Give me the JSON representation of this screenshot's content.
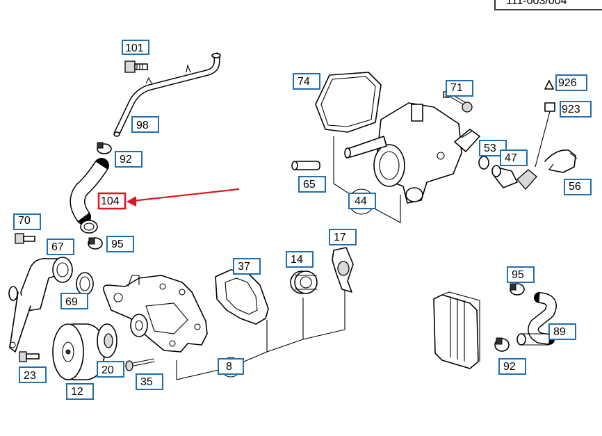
{
  "diagram": {
    "corner_ref": "111-003/004",
    "labels": {
      "p101": "101",
      "p98": "98",
      "p92a": "92",
      "p104": "104",
      "p70": "70",
      "p95a": "95",
      "p67": "67",
      "p69": "69",
      "p23": "23",
      "p12": "12",
      "p20": "20",
      "p35": "35",
      "p37": "37",
      "p14": "14",
      "p17": "17",
      "p8": "8",
      "p74": "74",
      "p71": "71",
      "p926": "926",
      "p923": "923",
      "p53": "53",
      "p47": "47",
      "p56": "56",
      "p65": "65",
      "p44": "44",
      "p95b": "95",
      "p89": "89",
      "p92b": "92"
    },
    "highlight_color": "#e0141e",
    "label_border_color": "#1f6fae"
  }
}
